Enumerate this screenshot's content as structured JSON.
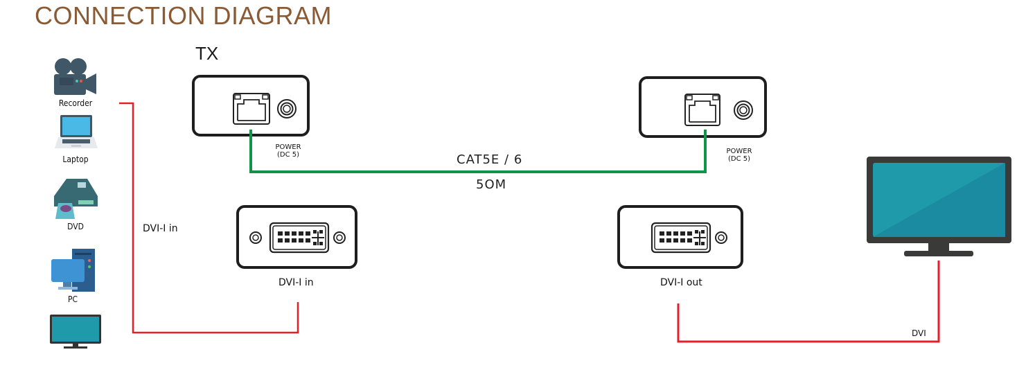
{
  "title": "CONNECTION DIAGRAM",
  "tx_label": "TX",
  "sources": [
    {
      "label": "Recorder",
      "icon": "video-camera-icon"
    },
    {
      "label": "Laptop",
      "icon": "laptop-icon"
    },
    {
      "label": "DVD",
      "icon": "dvd-player-icon"
    },
    {
      "label": "PC",
      "icon": "desktop-pc-icon"
    },
    {
      "label": "",
      "icon": "monitor-icon"
    }
  ],
  "source_cable_label": "DVI-I in",
  "transmitter": {
    "power_label_line1": "POWER",
    "power_label_line2": "(DC 5)",
    "port_label": "DVI-I in"
  },
  "receiver": {
    "power_label_line1": "POWER",
    "power_label_line2": "(DC 5)",
    "port_label": "DVI-I out"
  },
  "link": {
    "cable_type": "CAT5E / 6",
    "distance": "5OM"
  },
  "display_cable_label": "DVI",
  "colors": {
    "title": "#8a5a34",
    "network_cable": "#109447",
    "video_cable": "#e3202a",
    "device_outline": "#1e1e1e",
    "screen": "#1f9aab"
  }
}
